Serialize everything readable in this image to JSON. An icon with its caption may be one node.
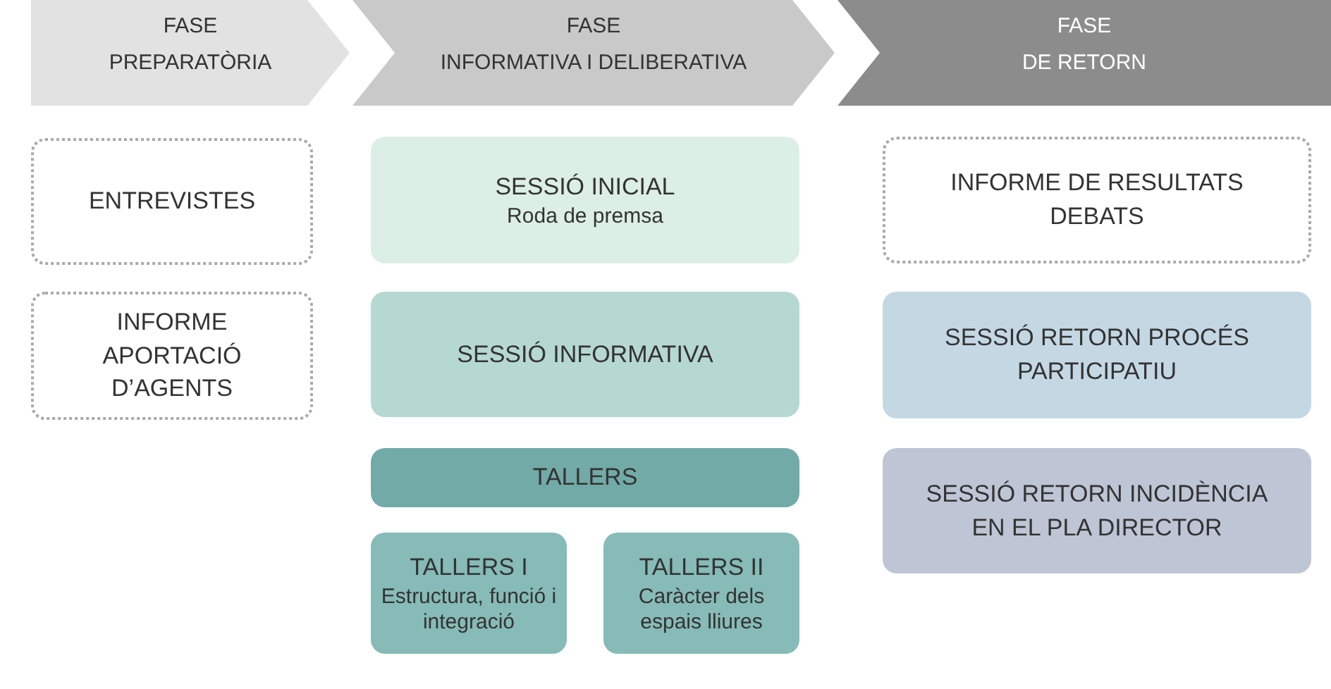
{
  "diagram": {
    "nodes": [
      {
        "text": [
          "FASE PREPARATÒRIA"
        ]
      },
      {
        "text": [
          "FASE INFORMATIVA I DELIBERATIVA"
        ]
      },
      {
        "text": [
          "FASE DE RETORN"
        ]
      },
      {
        "text": [
          "ENTREVISTES"
        ]
      },
      {
        "text": [
          "INFORME APORTACIÓ D’AGENTS"
        ]
      },
      {
        "text": [
          "SESSIÓ INICIAL",
          "Roda de premsa"
        ]
      },
      {
        "text": [
          "SESSIÓ INFORMATIVA"
        ]
      },
      {
        "text": [
          "TALLERS"
        ]
      },
      {
        "text": [
          "TALLERS I",
          "Estructura, funció i integració"
        ]
      },
      {
        "text": [
          "TALLERS II",
          "Caràcter dels espais lliures"
        ]
      },
      {
        "text": [
          "INFORME DE RESULTATS DEBATS"
        ]
      },
      {
        "text": [
          "SESSIÓ RETORN PROCÉS PARTICIPATIU"
        ]
      },
      {
        "text": [
          "SESSIÓ RETORN INCIDÈNCIA EN EL PLA DIRECTOR"
        ]
      }
    ]
  }
}
